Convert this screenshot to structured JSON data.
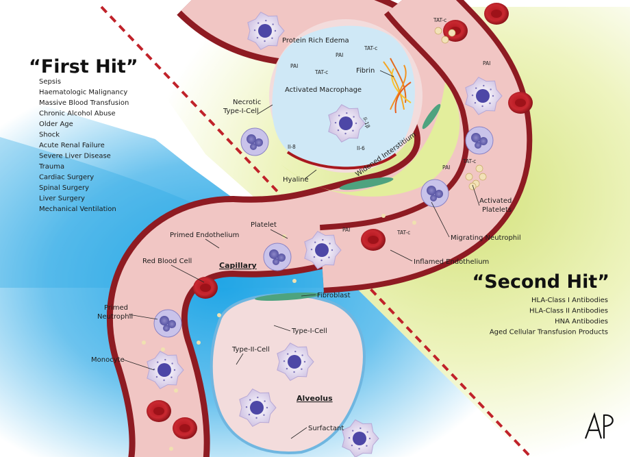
{
  "first_hit": {
    "title": "“First Hit”",
    "items": [
      "Sepsis",
      "Haematologic Malignancy",
      "Massive Blood Transfusion",
      "Chronic Alcohol Abuse",
      "Older Age",
      "Shock",
      "Acute Renal Failure",
      "Severe Liver Disease",
      "Trauma",
      "Cardiac Surgery",
      "Spinal Surgery",
      "Liver Surgery",
      "Mechanical Ventilation"
    ]
  },
  "second_hit": {
    "title": "“Second Hit”",
    "items": [
      "HLA-Class I Antibodies",
      "HLA-Class II Antibodies",
      "HNA Antibodies",
      "Aged Cellular Transfusion Products"
    ]
  },
  "labels": {
    "protein_rich_edema": "Protein Rich Edema",
    "fibrin": "Fibrin",
    "activated_macrophage": "Activated Macrophage",
    "necrotic_line1": "Necrotic",
    "necrotic_line2": "Type-I-Cell",
    "hyaline": "Hyaline",
    "widened_interstitium": "Widened Interstitium",
    "activated_platelets_line1": "Activated",
    "activated_platelets_line2": "Platelets",
    "migrating_neutrophil": "Migrating Neutrophil",
    "inflamed_endothelium": "Inflamed Endothelium",
    "platelet": "Platelet",
    "primed_endothelium": "Primed Endothelium",
    "red_blood_cell": "Red Blood Cell",
    "capillary": "Capillary",
    "fibroblast": "Fibroblast",
    "primed_neutrophil_line1": "Primed",
    "primed_neutrophil_line2": "Neutrophil",
    "monocyte": "Monocyte",
    "type_i_cell": "Type-I-Cell",
    "type_ii_cell": "Type-II-Cell",
    "alveolus": "Alveolus",
    "surfactant": "Surfactant"
  },
  "small_labels": {
    "tat_c": "TAT-c",
    "pai": "PAI",
    "il_8": "Il-8",
    "il_6": "Il-6",
    "il_1b": "Il-1β"
  },
  "signature": "AP",
  "colors": {
    "vessel_wall": "#8e1b22",
    "vessel_lumen": "#f1c6c4",
    "edema": "#cfe8f6",
    "alveolus": "#f3dcdc",
    "blue_bg": "#3fb0e6",
    "green_bg": "#e6ef9a",
    "dash_line": "#c0222a"
  }
}
